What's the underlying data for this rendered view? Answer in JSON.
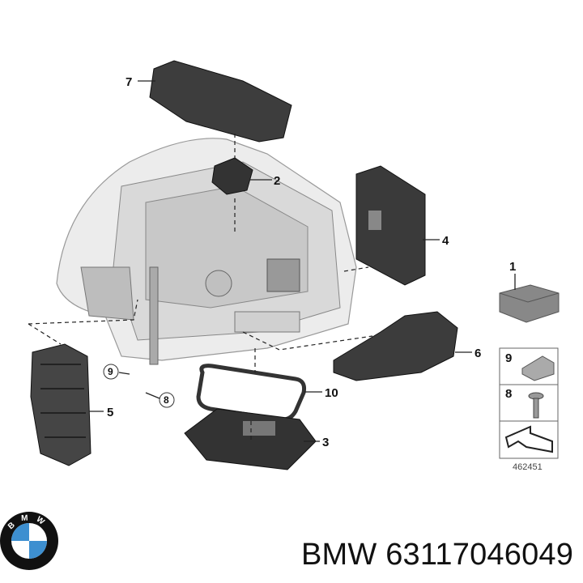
{
  "diagram": {
    "callouts": {
      "c1": "1",
      "c2": "2",
      "c3": "3",
      "c4": "4",
      "c5": "5",
      "c6": "6",
      "c7": "7",
      "c8": "8",
      "c9": "9",
      "c10": "10"
    },
    "legend": {
      "box_9": "9",
      "box_8": "8",
      "ref_number": "462451"
    }
  },
  "brand": {
    "logo_letters": "BMW",
    "caption": "BMW 63117046049",
    "colors": {
      "logo_blue": "#3d8fd0",
      "logo_ring": "#111111"
    }
  }
}
